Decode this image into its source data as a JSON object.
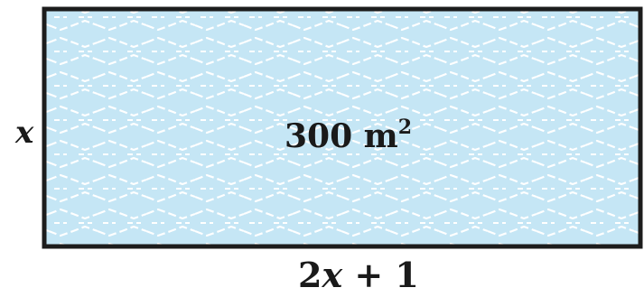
{
  "diagram": {
    "shape": "rectangle",
    "height_label": "x",
    "width_label": {
      "coefficient": "2",
      "variable": "x",
      "rest": " + 1"
    },
    "area_label": {
      "value": "300 m",
      "exponent": "2"
    },
    "colors": {
      "fill": "#c5e6f5",
      "pattern": "#ffffff",
      "border": "#1c1c1c",
      "text": "#1a1a1a"
    }
  }
}
